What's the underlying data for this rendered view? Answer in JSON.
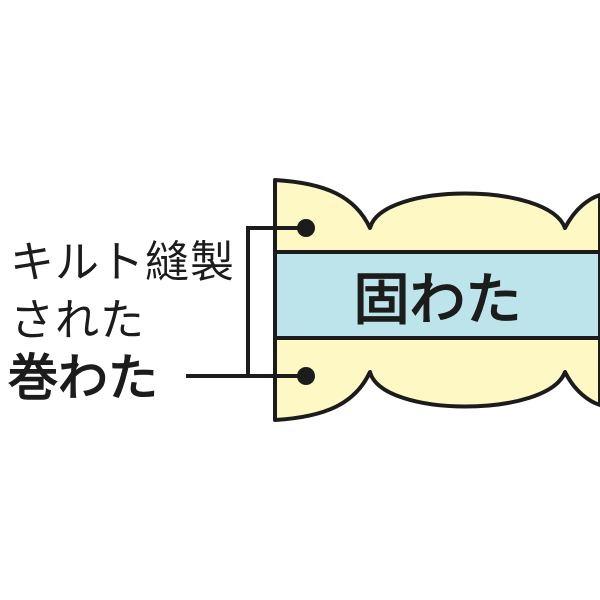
{
  "labels": {
    "quilted_line1": "キルト縫製",
    "quilted_line2": "された",
    "wrapped": "巻わた",
    "core": "固わた"
  },
  "colors": {
    "wrap_fill": "#fdf8c4",
    "core_fill": "#bde4ea",
    "stroke": "#1c1c1c",
    "background": "#ffffff"
  }
}
